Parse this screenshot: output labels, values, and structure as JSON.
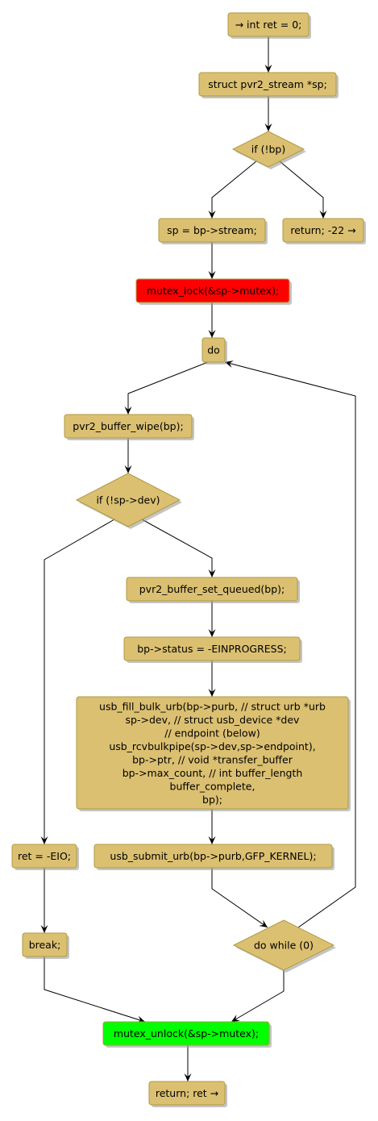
{
  "diagram": {
    "colors": {
      "node_fill": "#dbc072",
      "node_border": "#b09a40",
      "lock_fill": "#ff0000",
      "unlock_fill": "#00ff00",
      "edge": "#000000"
    },
    "nodes": {
      "start": {
        "lines": [
          "→ int ret = 0;"
        ]
      },
      "decl_sp": {
        "lines": [
          "struct pvr2_stream *sp;"
        ]
      },
      "if_bp": {
        "lines": [
          "if (!bp)"
        ]
      },
      "sp_assign": {
        "lines": [
          "sp = bp->stream;"
        ]
      },
      "return_err": {
        "lines": [
          "return; -22 →"
        ]
      },
      "mutex_lock": {
        "lines": [
          "mutex_lock(&sp->mutex);"
        ]
      },
      "do_loop": {
        "lines": [
          "do"
        ]
      },
      "buffer_wipe": {
        "lines": [
          "pvr2_buffer_wipe(bp);"
        ]
      },
      "if_dev": {
        "lines": [
          "if (!sp->dev)"
        ]
      },
      "set_queued": {
        "lines": [
          "pvr2_buffer_set_queued(bp);"
        ]
      },
      "set_status": {
        "lines": [
          "bp->status = -EINPROGRESS;"
        ]
      },
      "fill_urb": {
        "lines": [
          "usb_fill_bulk_urb(bp->purb,      // struct urb *urb",
          "sp->dev,       // struct usb_device *dev",
          "// endpoint (below)",
          "usb_rcvbulkpipe(sp->dev,sp->endpoint),",
          "bp->ptr,       // void *transfer_buffer",
          "bp->max_count, // int buffer_length",
          "buffer_complete,",
          "bp);"
        ]
      },
      "ret_eio": {
        "lines": [
          "ret = -EIO;"
        ]
      },
      "submit_urb": {
        "lines": [
          "usb_submit_urb(bp->purb,GFP_KERNEL);"
        ]
      },
      "break_stmt": {
        "lines": [
          "break;"
        ]
      },
      "do_while": {
        "lines": [
          "do while (0)"
        ]
      },
      "mutex_unlock": {
        "lines": [
          "mutex_unlock(&sp->mutex);"
        ]
      },
      "return_ret": {
        "lines": [
          "return; ret →"
        ]
      }
    }
  }
}
